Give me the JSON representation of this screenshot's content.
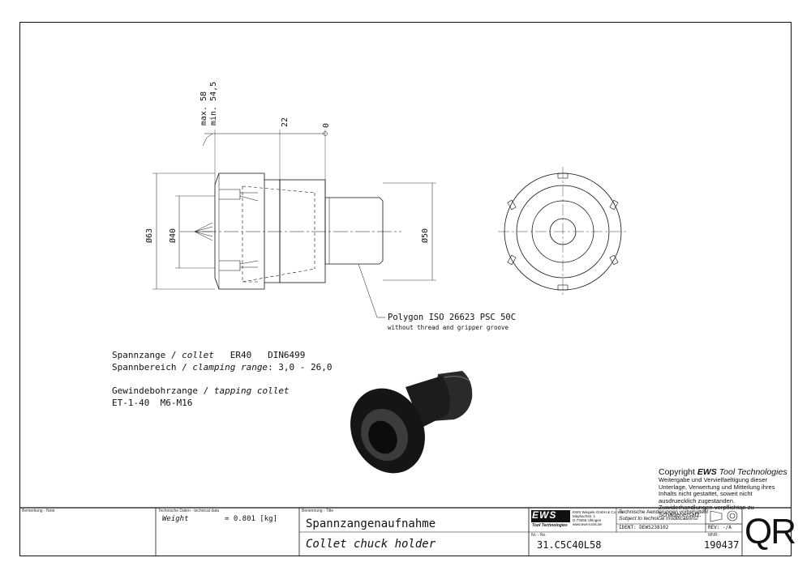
{
  "drawing": {
    "dim_max": "max. 58",
    "dim_min": "min. 54,5",
    "dim_22": "22",
    "dim_0": "0",
    "dia_63": "Ø63",
    "dia_40": "Ø40",
    "dia_50": "Ø50",
    "polygon_label": "Polygon ISO 26623 PSC 50C",
    "polygon_sub": "without thread and gripper groove"
  },
  "specs": {
    "collet_prefix": "Spannzange / ",
    "collet_italic": "collet",
    "collet_rest": "   ER40   DIN6499",
    "range_prefix": "Spannbereich / ",
    "range_italic": "clamping range",
    "range_rest": ": 3,0 - 26,0",
    "tap_prefix": "Gewindebohrzange / ",
    "tap_italic": "tapping collet",
    "tap_rest": "ET-1-40  M6-M16"
  },
  "copyright": {
    "prefix": "Copyright ",
    "brand": "EWS",
    "suffix": " Tool Technologies",
    "text": "Weitergabe und Vervielfaeltigung dieser Unterlage, Verwertung und Mitteilung ihres Inhalts nicht gestattet, soweit nicht ausdruecklich zugestanden. Zuwiderhandlungen verpflichten zu Schadenersatz."
  },
  "titleblock": {
    "note_label": "Bemerkung - Note",
    "tech_label": "Technische Daten - technical data",
    "weight_label": "Weight",
    "weight_value": "=   0.801 [kg]",
    "title_label": "Benennung - Title",
    "title_de": "Spannzangenaufnahme",
    "title_en": "Collet chuck holder",
    "logo": "EWS",
    "logo_sub": "Tool Technologies",
    "company": "EWS Weigele GmbH & Co. KG",
    "address1": "Maybachstr. 1",
    "address2": "D-73066 Uhingen",
    "web": "www.ews-tools.de",
    "changes_de": "Technische Aenderungen vorbehalten!",
    "changes_en": "Subject to technical modifications!",
    "ident": "IDENT:  DEWS238102",
    "rev": "REV:  -/A",
    "nr_label": "Nr. - No.",
    "nr_value": "31.C5C40L58",
    "mnr_label": "MNR:",
    "mnr_value": "190437",
    "qr": "QR"
  }
}
